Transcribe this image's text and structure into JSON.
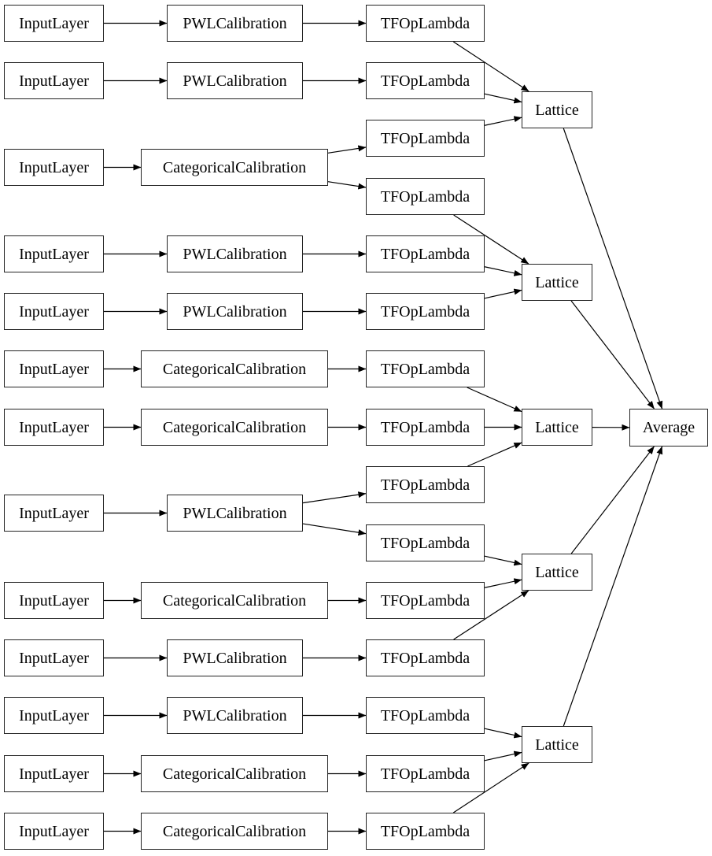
{
  "diagram_type": "keras-model-graph",
  "colors": {
    "background": "#ffffff",
    "node_fill": "#ffffff",
    "node_border": "#242424",
    "edge": "#000000",
    "text": "#000000"
  },
  "nodes": [
    {
      "id": "in1",
      "label": "InputLayer"
    },
    {
      "id": "in2",
      "label": "InputLayer"
    },
    {
      "id": "in3",
      "label": "InputLayer"
    },
    {
      "id": "in4",
      "label": "InputLayer"
    },
    {
      "id": "in5",
      "label": "InputLayer"
    },
    {
      "id": "in6",
      "label": "InputLayer"
    },
    {
      "id": "in7",
      "label": "InputLayer"
    },
    {
      "id": "in8",
      "label": "InputLayer"
    },
    {
      "id": "in9",
      "label": "InputLayer"
    },
    {
      "id": "in10",
      "label": "InputLayer"
    },
    {
      "id": "in11",
      "label": "InputLayer"
    },
    {
      "id": "in12",
      "label": "InputLayer"
    },
    {
      "id": "in13",
      "label": "InputLayer"
    },
    {
      "id": "cal1",
      "label": "PWLCalibration"
    },
    {
      "id": "cal2",
      "label": "PWLCalibration"
    },
    {
      "id": "cal3",
      "label": "CategoricalCalibration"
    },
    {
      "id": "cal4",
      "label": "PWLCalibration"
    },
    {
      "id": "cal5",
      "label": "PWLCalibration"
    },
    {
      "id": "cal6",
      "label": "CategoricalCalibration"
    },
    {
      "id": "cal7",
      "label": "CategoricalCalibration"
    },
    {
      "id": "cal8",
      "label": "PWLCalibration"
    },
    {
      "id": "cal9",
      "label": "CategoricalCalibration"
    },
    {
      "id": "cal10",
      "label": "PWLCalibration"
    },
    {
      "id": "cal11",
      "label": "PWLCalibration"
    },
    {
      "id": "cal12",
      "label": "CategoricalCalibration"
    },
    {
      "id": "cal13",
      "label": "CategoricalCalibration"
    },
    {
      "id": "tf1",
      "label": "TFOpLambda"
    },
    {
      "id": "tf2",
      "label": "TFOpLambda"
    },
    {
      "id": "tf3",
      "label": "TFOpLambda"
    },
    {
      "id": "tf4",
      "label": "TFOpLambda"
    },
    {
      "id": "tf5",
      "label": "TFOpLambda"
    },
    {
      "id": "tf6",
      "label": "TFOpLambda"
    },
    {
      "id": "tf7",
      "label": "TFOpLambda"
    },
    {
      "id": "tf8",
      "label": "TFOpLambda"
    },
    {
      "id": "tf9",
      "label": "TFOpLambda"
    },
    {
      "id": "tf10",
      "label": "TFOpLambda"
    },
    {
      "id": "tf11",
      "label": "TFOpLambda"
    },
    {
      "id": "tf12",
      "label": "TFOpLambda"
    },
    {
      "id": "tf13",
      "label": "TFOpLambda"
    },
    {
      "id": "tf14",
      "label": "TFOpLambda"
    },
    {
      "id": "tf15",
      "label": "TFOpLambda"
    },
    {
      "id": "lat1",
      "label": "Lattice"
    },
    {
      "id": "lat2",
      "label": "Lattice"
    },
    {
      "id": "lat3",
      "label": "Lattice"
    },
    {
      "id": "lat4",
      "label": "Lattice"
    },
    {
      "id": "lat5",
      "label": "Lattice"
    },
    {
      "id": "avg",
      "label": "Average"
    }
  ],
  "edges": [
    {
      "from": "in1",
      "to": "cal1"
    },
    {
      "from": "in2",
      "to": "cal2"
    },
    {
      "from": "in3",
      "to": "cal3"
    },
    {
      "from": "in4",
      "to": "cal4"
    },
    {
      "from": "in5",
      "to": "cal5"
    },
    {
      "from": "in6",
      "to": "cal6"
    },
    {
      "from": "in7",
      "to": "cal7"
    },
    {
      "from": "in8",
      "to": "cal8"
    },
    {
      "from": "in9",
      "to": "cal9"
    },
    {
      "from": "in10",
      "to": "cal10"
    },
    {
      "from": "in11",
      "to": "cal11"
    },
    {
      "from": "in12",
      "to": "cal12"
    },
    {
      "from": "in13",
      "to": "cal13"
    },
    {
      "from": "cal1",
      "to": "tf1"
    },
    {
      "from": "cal2",
      "to": "tf2"
    },
    {
      "from": "cal3",
      "to": "tf3"
    },
    {
      "from": "cal3",
      "to": "tf4"
    },
    {
      "from": "cal4",
      "to": "tf5"
    },
    {
      "from": "cal5",
      "to": "tf6"
    },
    {
      "from": "cal6",
      "to": "tf7"
    },
    {
      "from": "cal7",
      "to": "tf8"
    },
    {
      "from": "cal8",
      "to": "tf9"
    },
    {
      "from": "cal8",
      "to": "tf10"
    },
    {
      "from": "cal9",
      "to": "tf11"
    },
    {
      "from": "cal10",
      "to": "tf12"
    },
    {
      "from": "cal11",
      "to": "tf13"
    },
    {
      "from": "cal12",
      "to": "tf14"
    },
    {
      "from": "cal13",
      "to": "tf15"
    },
    {
      "from": "tf1",
      "to": "lat1"
    },
    {
      "from": "tf2",
      "to": "lat1"
    },
    {
      "from": "tf3",
      "to": "lat1"
    },
    {
      "from": "tf4",
      "to": "lat2"
    },
    {
      "from": "tf5",
      "to": "lat2"
    },
    {
      "from": "tf6",
      "to": "lat2"
    },
    {
      "from": "tf7",
      "to": "lat3"
    },
    {
      "from": "tf8",
      "to": "lat3"
    },
    {
      "from": "tf9",
      "to": "lat3"
    },
    {
      "from": "tf10",
      "to": "lat4"
    },
    {
      "from": "tf11",
      "to": "lat4"
    },
    {
      "from": "tf12",
      "to": "lat4"
    },
    {
      "from": "tf13",
      "to": "lat5"
    },
    {
      "from": "tf14",
      "to": "lat5"
    },
    {
      "from": "tf15",
      "to": "lat5"
    },
    {
      "from": "lat1",
      "to": "avg"
    },
    {
      "from": "lat2",
      "to": "avg"
    },
    {
      "from": "lat3",
      "to": "avg"
    },
    {
      "from": "lat4",
      "to": "avg"
    },
    {
      "from": "lat5",
      "to": "avg"
    }
  ]
}
